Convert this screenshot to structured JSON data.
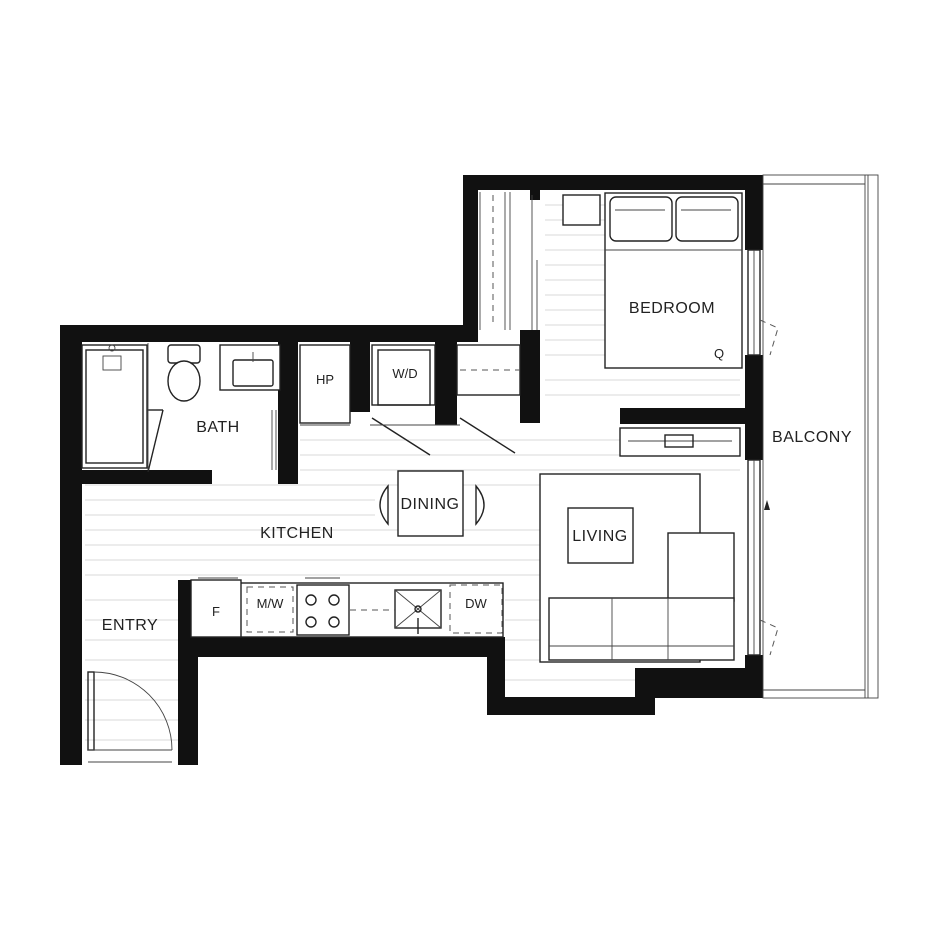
{
  "labels": {
    "bedroom": "BEDROOM",
    "queen": "Q",
    "balcony": "BALCONY",
    "bath": "BATH",
    "hp": "HP",
    "wd": "W/D",
    "dining": "DINING",
    "kitchen": "KITCHEN",
    "living": "LIVING",
    "entry": "ENTRY",
    "fridge": "F",
    "microwave": "M/W",
    "dishwasher": "DW"
  }
}
